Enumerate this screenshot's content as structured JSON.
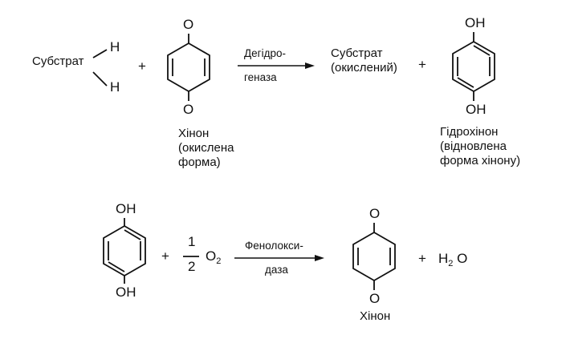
{
  "reaction1": {
    "substrate": "Субстрат",
    "h_top": "H",
    "h_bottom": "H",
    "plus1": "+",
    "quinone_o_top": "O",
    "quinone_o_bottom": "O",
    "quinone_caption": [
      "Хінон",
      "(окислена",
      "форма)"
    ],
    "enzyme": [
      "Дегідро-",
      "геназа"
    ],
    "product_substrate": [
      "Субстрат",
      "(окислений)"
    ],
    "plus2": "+",
    "hydroquinone_oh_top": "OH",
    "hydroquinone_oh_bottom": "OH",
    "hydroquinone_caption": [
      "Гідрохінон",
      "(відновлена",
      "форма хінону)"
    ]
  },
  "reaction2": {
    "oh_top": "OH",
    "oh_bottom": "OH",
    "plus1": "+",
    "fraction_num": "1",
    "fraction_den": "2",
    "oxygen": "O",
    "oxygen_sub": "2",
    "enzyme": [
      "Фенолокси-",
      "даза"
    ],
    "quinone_o_top": "O",
    "quinone_o_bottom": "O",
    "quinone_caption": "Хінон",
    "plus2": "+",
    "water_h": "H",
    "water_sub": "2",
    "water_o": "O"
  }
}
